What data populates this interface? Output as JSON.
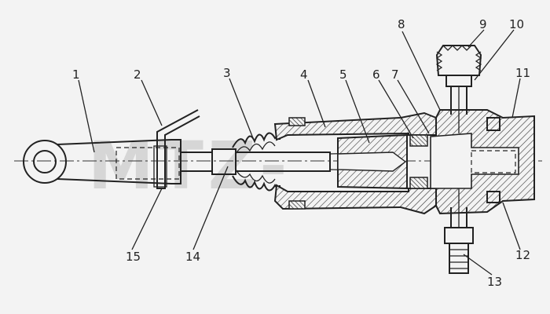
{
  "watermark": "MTZ-",
  "callouts": [
    "1",
    "2",
    "3",
    "4",
    "5",
    "6",
    "7",
    "8",
    "9",
    "10",
    "11",
    "12",
    "13",
    "14",
    "15"
  ]
}
